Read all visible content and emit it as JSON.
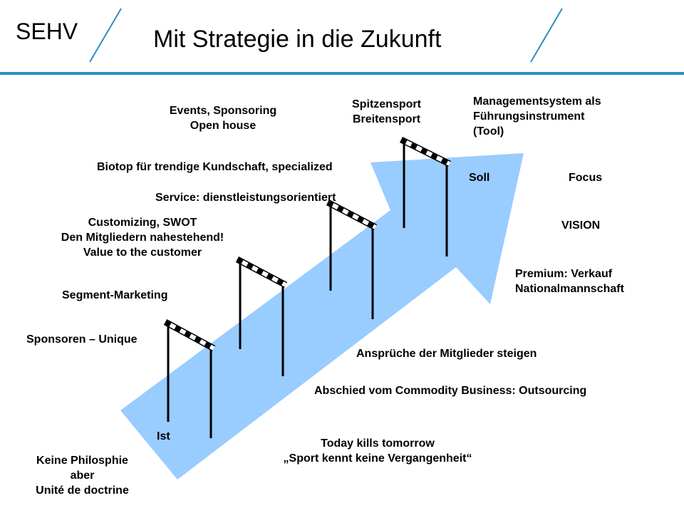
{
  "header": {
    "brand": "SEHV",
    "title": "Mit Strategie in die Zukunft"
  },
  "colors": {
    "accent_line": "#2E8BC0",
    "arrow_fill": "#99CCFF",
    "hurdle_dark": "#000000",
    "hurdle_light": "#FFFFFF"
  },
  "stages": {
    "ist": "Ist",
    "soll": "Soll"
  },
  "labels": {
    "events": [
      "Events, Sponsoring",
      "Open house"
    ],
    "spitzensport": [
      "Spitzensport",
      "Breitensport"
    ],
    "management": [
      "Managementsystem als",
      "Führungsinstrument",
      "(Tool)"
    ],
    "biotop": "Biotop für trendige Kundschaft, specialized",
    "focus": "Focus",
    "service": "Service: dienstleistungsorientiert",
    "customizing": [
      "Customizing, SWOT",
      "Den Mitgliedern nahestehend!",
      "Value to the customer"
    ],
    "vision": "VISION",
    "premium": [
      "Premium: Verkauf",
      "Nationalmannschaft"
    ],
    "segment": "Segment-Marketing",
    "sponsoren": "Sponsoren – Unique",
    "ansprueche": "Ansprüche der Mitglieder steigen",
    "abschied": "Abschied vom Commodity Business: Outsourcing",
    "today": [
      "Today kills tomorrow",
      "„Sport kennt keine Vergangenheit“"
    ],
    "philosophie": [
      "Keine Philosphie",
      "aber",
      "Unité de doctrine"
    ]
  }
}
